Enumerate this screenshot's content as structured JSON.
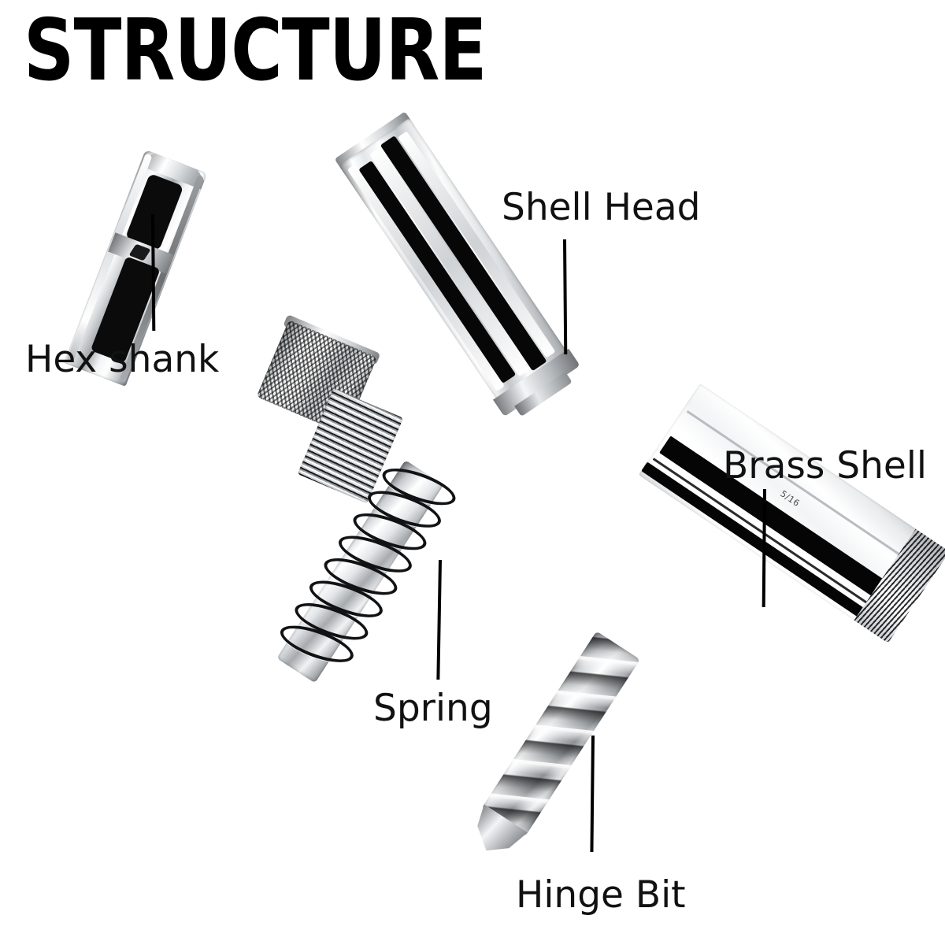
{
  "title": "STRUCTURE",
  "diagram": {
    "subject": "hinge jig drill bit exploded parts diagram",
    "background_color": "#ffffff",
    "text_color": "#111111",
    "leader_line_color": "#000000"
  },
  "labels": [
    {
      "id": "hex-shank",
      "text": "Hex shank"
    },
    {
      "id": "shell-head",
      "text": "Shell Head"
    },
    {
      "id": "brass-shell",
      "text": "Brass Shell"
    },
    {
      "id": "spring",
      "text": "Spring"
    },
    {
      "id": "hinge-bit",
      "text": "Hinge Bit"
    }
  ],
  "parts": {
    "hex_shank": {
      "name": "Hex shank",
      "finish": "chrome hexagonal bit shank with dark facets"
    },
    "collar": {
      "name": "Knurled collar",
      "finish": "diamond knurled chrome collar"
    },
    "threads": {
      "name": "Threaded neck",
      "finish": "fine machined threads"
    },
    "spring": {
      "name": "Spring",
      "finish": "steel coil spring around shaft"
    },
    "hinge_bit": {
      "name": "Hinge Bit",
      "finish": "twist drill flutes, pointed tip"
    },
    "shell_head": {
      "name": "Shell Head",
      "finish": "chrome sleeve with dark longitudinal slots"
    },
    "brass_shell": {
      "name": "Brass Shell",
      "finish": "bright polished shell with black slot and knurled end"
    }
  },
  "brass_shell_marking": "5/16",
  "colors": {
    "background": "#ffffff",
    "text": "#111111",
    "leader": "#000000",
    "metal_light": "#ffffff",
    "metal_mid": "#c6c9cd",
    "metal_dark": "#76797c",
    "slot_black": "#070708"
  }
}
